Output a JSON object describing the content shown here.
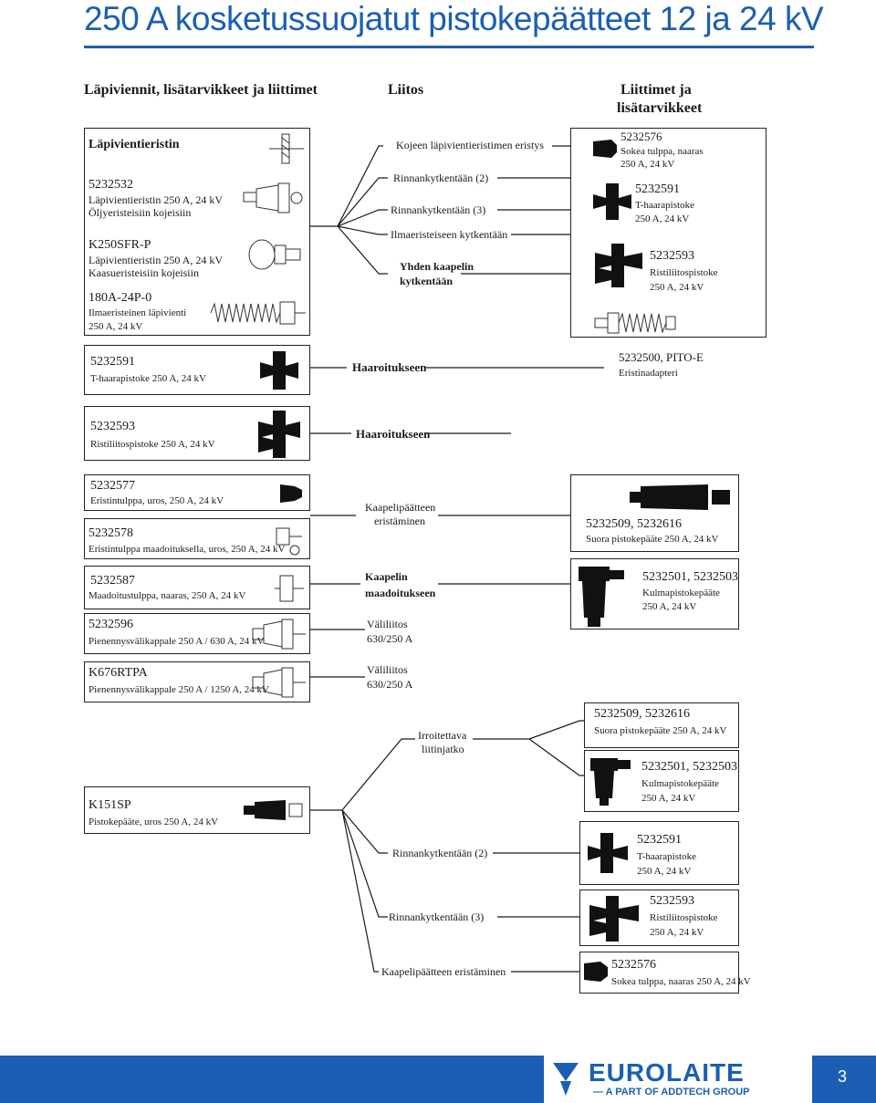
{
  "title": "250 A kosketussuojatut pistokepäätteet 12 ja 24 kV",
  "headers": {
    "left": "Läpiviennit, lisätarvikkeet ja liittimet",
    "middle": "Liitos",
    "right_1": "Liittimet ja",
    "right_2": "lisätarvikkeet"
  },
  "left": {
    "lapivientieristin": "Läpivientieristin",
    "p5232532_code": "5232532",
    "p5232532_desc1": "Läpivientieristin 250 A, 24 kV",
    "p5232532_desc2": "Öljyeristeisiin kojeisiin",
    "k250_code": "K250SFR-P",
    "k250_desc1": "Läpivientieristin 250 A, 24 kV",
    "k250_desc2": "Kaasueristeisiin kojeisiin",
    "p180_code": "180A-24P-0",
    "p180_desc1": "Ilmaeristeinen läpivienti",
    "p180_desc2": "250 A, 24 kV",
    "t591_code": "5232591",
    "t591_desc": "T-haarapistoke 250 A, 24 kV",
    "r593_code": "5232593",
    "r593_desc": "Ristiliitospistoke 250 A, 24 kV",
    "p577_code": "5232577",
    "p577_desc": "Eristintulppa, uros, 250 A, 24 kV",
    "p578_code": "5232578",
    "p578_desc": "Eristintulppa maadoituksella, uros, 250 A, 24 kV",
    "p587_code": "5232587",
    "p587_desc": "Maadoitustulppa, naaras, 250 A, 24 kV",
    "p596_code": "5232596",
    "p596_desc": "Pienennysvälikappale 250 A / 630 A, 24 kV",
    "k676_code": "K676RTPA",
    "k676_desc": "Pienennysvälikappale 250 A / 1250 A, 24 kV",
    "k151_code": "K151SP",
    "k151_desc": "Pistokepääte, uros 250 A, 24 kV"
  },
  "middle": {
    "kojeen": "Kojeen läpivientieristimen eristys",
    "rinn2": "Rinnankytkentään (2)",
    "rinn3": "Rinnankytkentään (3)",
    "ilma": "Ilmaeristeiseen kytkentään",
    "yhden1": "Yhden kaapelin",
    "yhden2": "kytkentään",
    "haar1": "Haaroitukseen",
    "haar2": "Haaroitukseen",
    "kaap_er1": "Kaapelipäätteen",
    "kaap_er2": "eristäminen",
    "kaap_ma1": "Kaapelin",
    "kaap_ma2": "maadoitukseen",
    "vali1a": "Väliliitos",
    "vali1b": "630/250 A",
    "vali2a": "Väliliitos",
    "vali2b": "630/250 A",
    "irro1": "Irroitettava",
    "irro2": "liitinjatko",
    "rinn2b": "Rinnankytkentään (2)",
    "rinn3b": "Rinnankytkentään (3)",
    "kaap_er_b": "Kaapelipäätteen eristäminen"
  },
  "right": {
    "r576_code": "5232576",
    "r576_desc1": "Sokea tulppa, naaras",
    "r576_desc2": "250 A, 24 kV",
    "r591_code": "5232591",
    "r591_desc1": "T-haarapistoke",
    "r591_desc2": "250 A, 24 kV",
    "r593_code": "5232593",
    "r593_desc1": "Ristiliitospistoke",
    "r593_desc2": "250 A, 24 kV",
    "r500_code": "5232500, PITO-E",
    "r500_desc": "Eristinadapteri",
    "r509_code": "5232509, 5232616",
    "r509_desc": "Suora pistokepääte 250 A, 24 kV",
    "r501_code": "5232501, 5232503",
    "r501_desc1": "Kulmapistokepääte",
    "r501_desc2": "250 A, 24 kV",
    "b509_code": "5232509, 5232616",
    "b509_desc": "Suora pistokepääte 250 A, 24 kV",
    "b501_code": "5232501, 5232503",
    "b501_desc1": "Kulmapistokepääte",
    "b501_desc2": "250 A, 24 kV",
    "b591_code": "5232591",
    "b591_desc1": "T-haarapistoke",
    "b591_desc2": "250 A, 24 kV",
    "b593_code": "5232593",
    "b593_desc1": "Ristiliitospistoke",
    "b593_desc2": "250 A, 24 kV",
    "b576_code": "5232576",
    "b576_desc": "Sokea tulppa, naaras 250 A, 24 kV"
  },
  "footer": {
    "brand": "EUROLAITE",
    "sub": "— A PART OF ADDTECH GROUP",
    "page": "3"
  },
  "colors": {
    "accent": "#1a5fb4",
    "ink": "#1a1a1a"
  }
}
